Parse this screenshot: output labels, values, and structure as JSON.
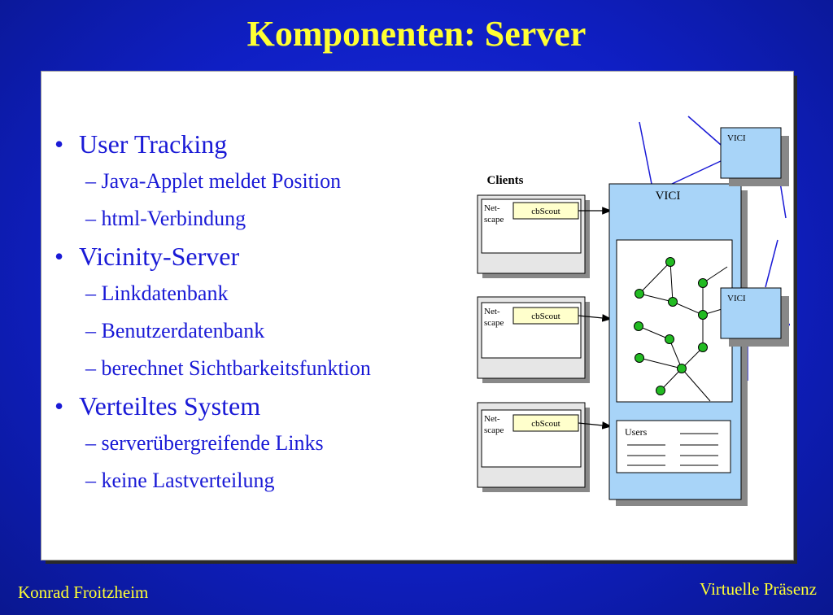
{
  "title": "Komponenten: Server",
  "bullets": [
    {
      "text": "User Tracking",
      "subs": [
        "– Java-Applet meldet Position",
        "– html-Verbindung"
      ]
    },
    {
      "text": "Vicinity-Server",
      "subs": [
        "– Linkdatenbank",
        "– Benutzerdatenbank",
        "– berechnet Sichtbarkeitsfunktion"
      ]
    },
    {
      "text": "Verteiltes System",
      "subs": [
        "– serverübergreifende Links",
        "– keine Lastverteilung"
      ]
    }
  ],
  "diagram": {
    "clients_label": "Clients",
    "client_app_line1": "Net-",
    "client_app_line2": "scape",
    "scout_label": "cbScout",
    "server_label": "VICI",
    "users_label": "Users",
    "peer_label": "VICI"
  },
  "footer": {
    "left": "Konrad Froitzheim",
    "right": "Virtuelle Präsenz"
  },
  "colors": {
    "title": "#ffff33",
    "text": "#1a1ad6",
    "server_fill": "#a8d4f8",
    "node_fill": "#22bb22",
    "scout_fill": "#ffffcc"
  }
}
